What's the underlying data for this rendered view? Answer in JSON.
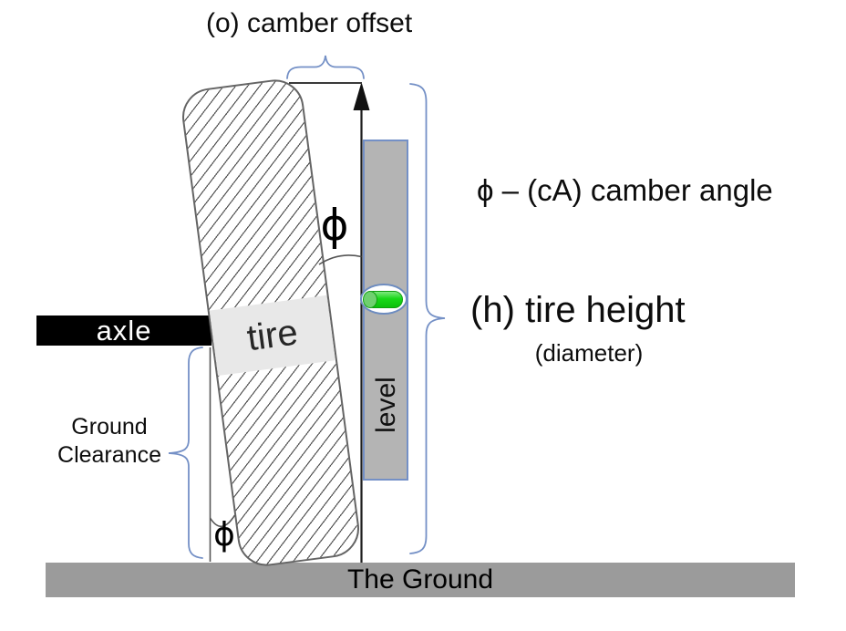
{
  "figure": {
    "type": "annotated-diagram",
    "subject": "Tire camber angle, camber offset, tire height and ground clearance measurement"
  },
  "labels": {
    "camber_offset": "(o) camber offset",
    "camber_angle": "ϕ – (cA) camber angle",
    "tire_height": "(h) tire height",
    "tire_height_sub": "(diameter)",
    "ground_clearance": [
      "Ground",
      "Clearance"
    ],
    "axle": "axle",
    "tire": "tire",
    "level": "level",
    "ground": "The Ground",
    "phi": "ϕ"
  },
  "colors": {
    "accent_blue": "#7490c6",
    "ground_gray": "#9b9b9b",
    "level_gray": "#b4b4b4",
    "band_gray": "#e8e8e8",
    "bubble_green": "#17d817",
    "bubble_green_light": "#7fe87f",
    "bubble_green_dark": "#0f9f0f",
    "bubble_cap_green": "#6fd06f"
  }
}
